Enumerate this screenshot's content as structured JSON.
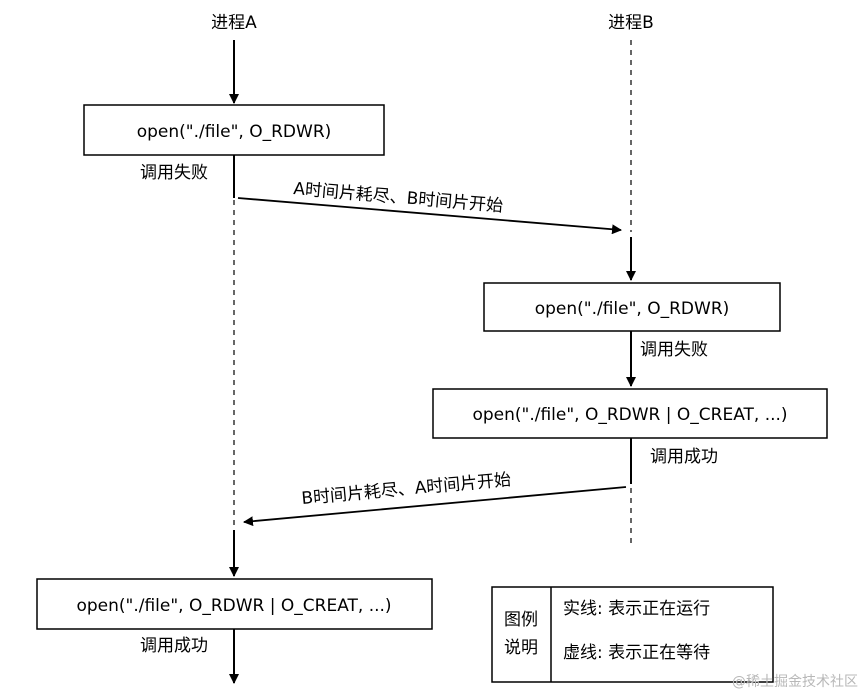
{
  "processes": {
    "a": "进程A",
    "b": "进程B"
  },
  "boxes": {
    "a_open_rdwr": "open(\"./file\", O_RDWR)",
    "b_open_rdwr": "open(\"./file\", O_RDWR)",
    "b_open_creat": "open(\"./file\", O_RDWR | O_CREAT, ...)",
    "a_open_creat": "open(\"./file\", O_RDWR | O_CREAT, ...)"
  },
  "results": {
    "a_fail": "调用失败",
    "b_fail": "调用失败",
    "b_success": "调用成功",
    "a_success": "调用成功"
  },
  "transitions": {
    "a_to_b": "A时间片耗尽、B时间片开始",
    "b_to_a": "B时间片耗尽、A时间片开始"
  },
  "legend": {
    "title_line1": "图例",
    "title_line2": "说明",
    "solid": "实线: 表示正在运行",
    "dashed": "虚线: 表示正在等待"
  },
  "watermark": "@稀土掘金技术社区"
}
